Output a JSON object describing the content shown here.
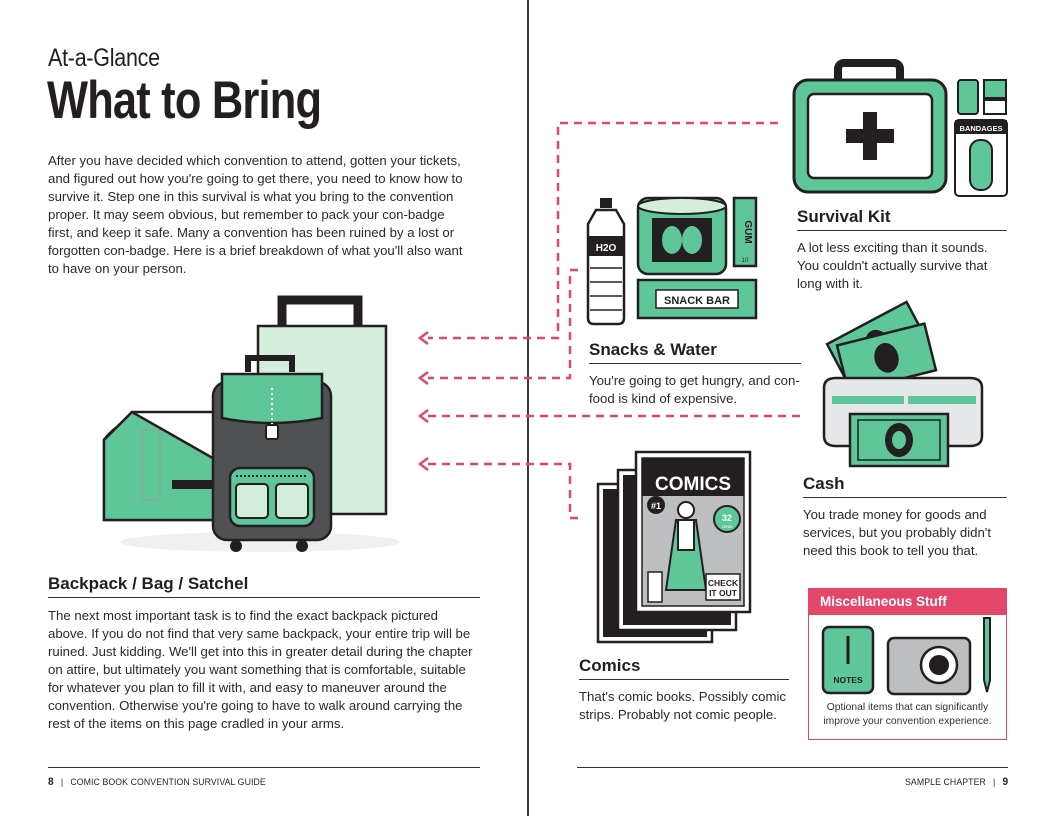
{
  "header": {
    "kicker": "At-a-Glance",
    "title": "What to Bring"
  },
  "intro": "After you have decided which convention to attend, gotten your tickets, and figured out how you're going to get there, you need to know how to survive it. Step one in this survival is what you bring to the convention proper. It may seem obvious, but remember to pack your con-badge first, and keep it safe. Many a convention has been ruined by a lost or forgotten con-badge. Here is a brief breakdown of what you'll also want to have on your person.",
  "sections": {
    "backpack": {
      "heading": "Backpack / Bag / Satchel",
      "text": "The next most important task is to find the exact backpack pictured above. If you do not find that very same backpack, your entire trip will be ruined. Just kidding. We'll get into this in greater detail during the chapter on attire, but ultimately you want something that is comfortable, suitable for whatever you plan to fill it with, and easy to maneuver around the convention. Otherwise you're going to have to walk around carrying the rest of the items on this page cradled in your arms."
    },
    "survival": {
      "heading": "Survival Kit",
      "text": "A lot less exciting than it sounds. You couldn't actually survive that long with it."
    },
    "snacks": {
      "heading": "Snacks & Water",
      "text": "You're going to get hungry, and con-food is kind of expensive."
    },
    "cash": {
      "heading": "Cash",
      "text": "You trade money for goods and services, but you probably didn't need this book to tell you that."
    },
    "comics": {
      "heading": "Comics",
      "text": "That's comic books. Possibly comic strips. Probably not comic people."
    },
    "misc": {
      "heading": "Miscellaneous Stuff",
      "text": "Optional items that can significantly improve your convention experience."
    }
  },
  "illustration_labels": {
    "water": "H2O",
    "gum": "GUM",
    "gum_count": "10",
    "snack_bar": "SNACK BAR",
    "bandages": "BANDAGES",
    "comics_title": "COMICS",
    "comics_issue": "#1",
    "comics_price": "32",
    "comics_price_unit": "cents",
    "comics_callout_1": "CHECK",
    "comics_callout_2": "IT OUT",
    "notes": "NOTES"
  },
  "footer": {
    "left_page_number": "8",
    "left_running_title": "COMIC BOOK CONVENTION SURVIVAL GUIDE",
    "right_running_title": "SAMPLE CHAPTER",
    "right_page_number": "9"
  },
  "colors": {
    "mint": "#5fc69a",
    "pale_mint": "#d3eedc",
    "ink": "#231f20",
    "dark_gray": "#505152",
    "pink": "#e34669",
    "light_gray": "#e6e7e8"
  }
}
